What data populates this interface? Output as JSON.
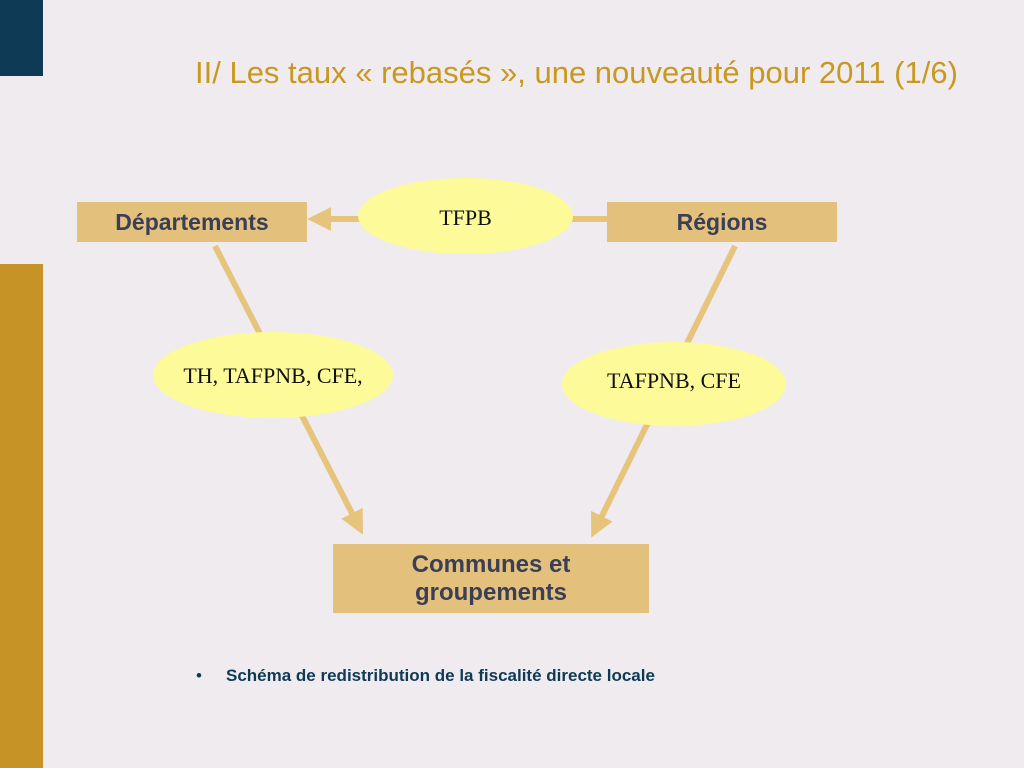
{
  "title": "II/ Les taux « rebasés », une nouveauté pour 2011 (1/6)",
  "boxes": {
    "departements": "Départements",
    "regions": "Régions",
    "communes": "Communes et groupements"
  },
  "ellipses": {
    "top": "TFPB",
    "left": "TH, TAFPNB, CFE,",
    "right": "TAFPNB, CFE"
  },
  "caption": {
    "bullet": "•",
    "text": "Schéma de redistribution de la fiscalité directe locale"
  },
  "colors": {
    "box_fill": "#e3c07c",
    "ellipse_fill": "#fdfa9a",
    "arrow": "#e6c47c",
    "title": "#c8981f",
    "corner_bar": "#0e3a55",
    "side_bar": "#c69326"
  }
}
